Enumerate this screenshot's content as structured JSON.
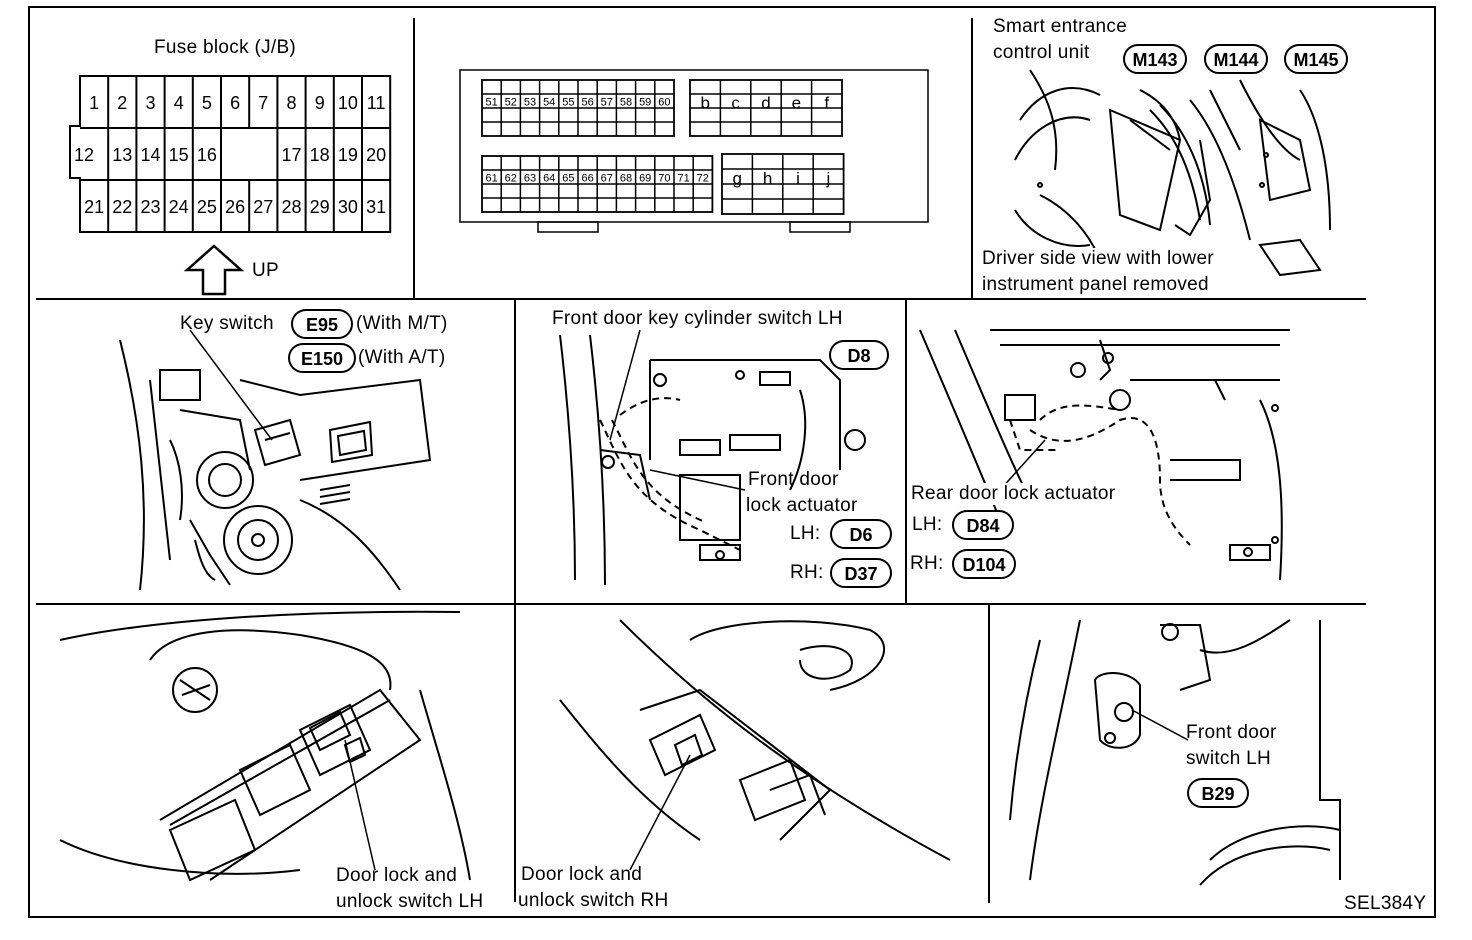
{
  "fuse_block": {
    "title": "Fuse block (J/B)",
    "row1": [
      "1",
      "2",
      "3",
      "4",
      "5",
      "6",
      "7",
      "8",
      "9",
      "10",
      "11"
    ],
    "row2": [
      "12",
      "13",
      "14",
      "15",
      "16",
      "",
      "17",
      "18",
      "19",
      "20"
    ],
    "row3": [
      "21",
      "22",
      "23",
      "24",
      "25",
      "26",
      "27",
      "28",
      "29",
      "30",
      "31"
    ],
    "up_label": "UP"
  },
  "connector_block": {
    "top_left": [
      "51",
      "52",
      "53",
      "54",
      "55",
      "56",
      "57",
      "58",
      "59",
      "60"
    ],
    "top_right": [
      "b",
      "c",
      "d",
      "e",
      "f"
    ],
    "bottom_left": [
      "61",
      "62",
      "63",
      "64",
      "65",
      "66",
      "67",
      "68",
      "69",
      "70",
      "71",
      "72"
    ],
    "bottom_right": [
      "g",
      "h",
      "i",
      "j"
    ]
  },
  "smart_unit": {
    "line1": "Smart entrance",
    "line2": "control unit",
    "connectors": [
      "M143",
      "M144",
      "M145"
    ],
    "caption1": "Driver side view with lower",
    "caption2": "instrument panel removed"
  },
  "key_switch": {
    "label": "Key switch",
    "mt_connector": "E95",
    "mt_note": "(With M/T)",
    "at_connector": "E150",
    "at_note": "(With A/T)"
  },
  "front_door": {
    "cylinder_label": "Front door key cylinder switch LH",
    "cylinder_connector": "D8",
    "actuator_line1": "Front door",
    "actuator_line2": "lock actuator",
    "lh_label": "LH:",
    "lh_connector": "D6",
    "rh_label": "RH:",
    "rh_connector": "D37"
  },
  "rear_door": {
    "actuator_label": "Rear door lock actuator",
    "lh_label": "LH:",
    "lh_connector": "D84",
    "rh_label": "RH:",
    "rh_connector": "D104"
  },
  "lh_switch": {
    "line1": "Door lock and",
    "line2": "unlock switch LH"
  },
  "rh_switch": {
    "line1": "Door lock and",
    "line2": "unlock switch RH"
  },
  "door_switch": {
    "line1": "Front door",
    "line2": "switch LH",
    "connector": "B29"
  },
  "figure_code": "SEL384Y"
}
